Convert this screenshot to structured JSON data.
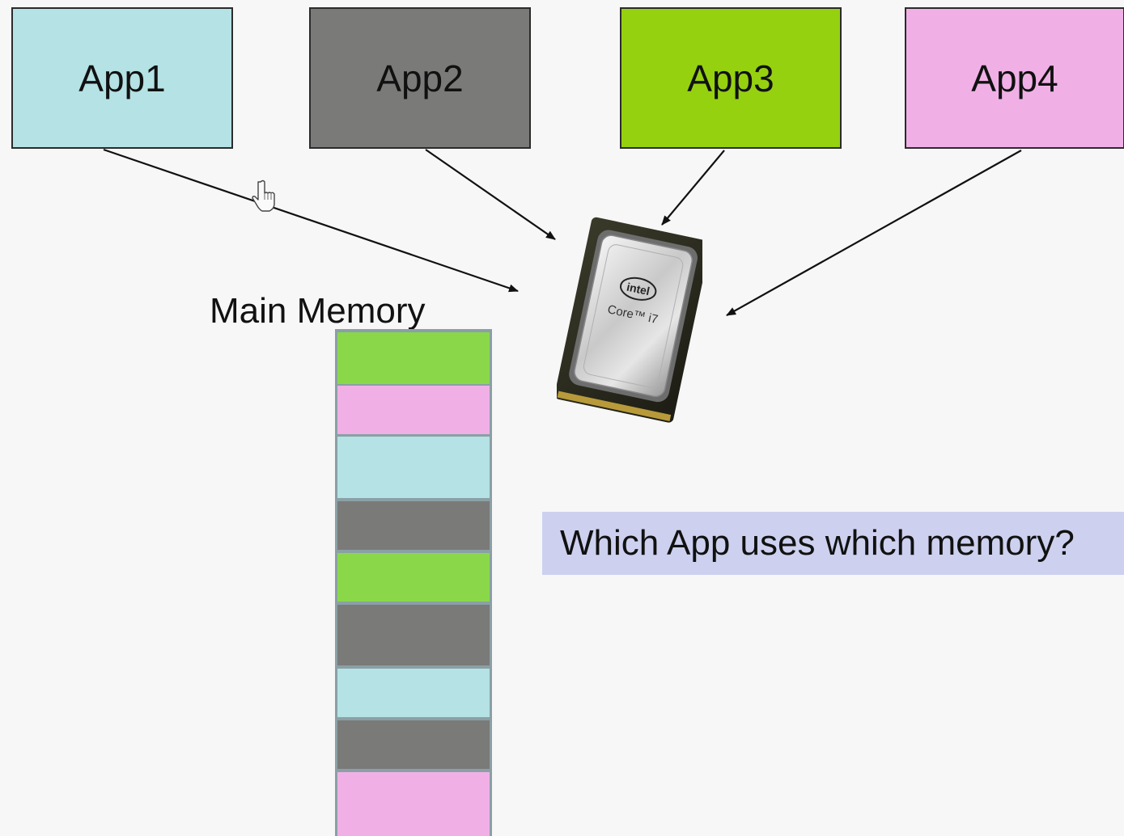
{
  "apps": [
    {
      "label": "App1",
      "color": "#b5e2e4"
    },
    {
      "label": "App2",
      "color": "#7a7a78"
    },
    {
      "label": "App3",
      "color": "#96d110"
    },
    {
      "label": "App4",
      "color": "#f0b0e6"
    }
  ],
  "cpu": {
    "brand_text": "intel",
    "model_text": "Core™ i7",
    "icon": "cpu-chip-icon"
  },
  "memory": {
    "title": "Main Memory",
    "blocks": [
      {
        "app": "App3",
        "color": "#8ad84a"
      },
      {
        "app": "App4",
        "color": "#f0b0e6"
      },
      {
        "app": "App1",
        "color": "#b5e2e4"
      },
      {
        "app": "App2",
        "color": "#7a7a78"
      },
      {
        "app": "App3",
        "color": "#8ad84a"
      },
      {
        "app": "App2",
        "color": "#7a7a78"
      },
      {
        "app": "App1",
        "color": "#b5e2e4"
      },
      {
        "app": "App2",
        "color": "#7a7a78"
      },
      {
        "app": "App4",
        "color": "#f0b0e6"
      }
    ]
  },
  "question": {
    "text": "Which App uses which memory?",
    "background": "#cdd1ef"
  },
  "cursor": {
    "icon": "hand-pointer-icon"
  }
}
